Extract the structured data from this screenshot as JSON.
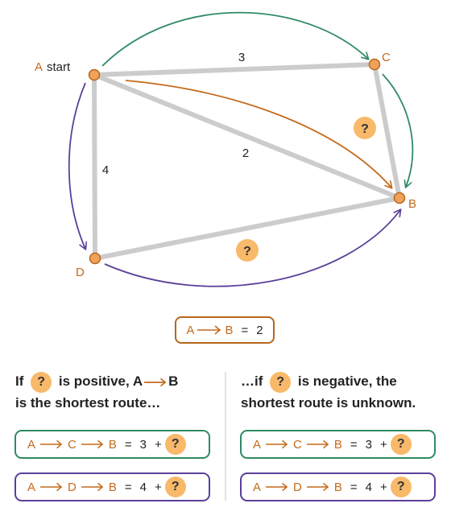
{
  "graph": {
    "nodes": {
      "A": {
        "label": "A",
        "suffix": "start"
      },
      "B": {
        "label": "B"
      },
      "C": {
        "label": "C"
      },
      "D": {
        "label": "D"
      }
    },
    "edges": {
      "AC": "3",
      "AB": "2",
      "AD": "4",
      "CB": "?",
      "DB": "?"
    }
  },
  "summary": {
    "from": "A",
    "to": "B",
    "eq": "=",
    "value": "2"
  },
  "left_caption": {
    "line1_pre": "If",
    "q": "?",
    "line1_post": "is positive, A",
    "line1_node": "B",
    "line2": "is the shortest route…"
  },
  "right_caption": {
    "line1_pre": "…if",
    "q": "?",
    "line1_post": "is negative, the",
    "line2": "shortest route is unknown."
  },
  "routes": {
    "acb": {
      "n1": "A",
      "n2": "C",
      "n3": "B",
      "eq": "=",
      "value": "3",
      "plus": "+",
      "q": "?"
    },
    "adb": {
      "n1": "A",
      "n2": "D",
      "n3": "B",
      "eq": "=",
      "value": "4",
      "plus": "+",
      "q": "?"
    }
  },
  "colors": {
    "edge": "#cccccc",
    "node": "#f1a259",
    "orange": "#c46a1b",
    "green": "#2f8a63",
    "purple": "#5b3f9a",
    "badge": "#f8b96a"
  }
}
